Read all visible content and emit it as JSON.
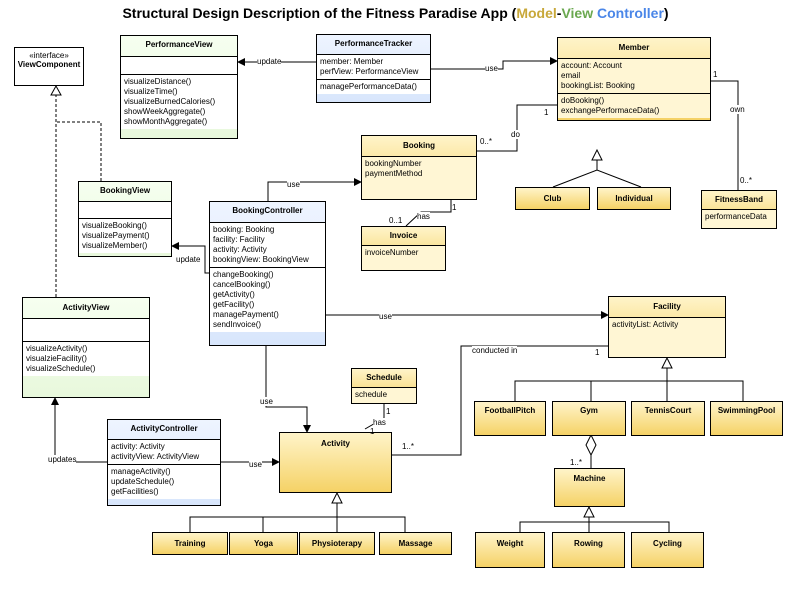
{
  "title": {
    "prefix": "Structural Design Description of the Fitness Paradise App (",
    "model": "Model",
    "dash": "-",
    "view": "View",
    "space": " ",
    "controller": "Controller",
    "suffix": ")"
  },
  "colors": {
    "model": "#c8a83a",
    "view": "#6aa84f",
    "controller": "#4a86e8"
  },
  "classes": {
    "view_component": {
      "stereotype": "«interface»",
      "name": "ViewComponent"
    },
    "performance_view": {
      "name": "PerformanceView",
      "methods": [
        "visualizeDistance()",
        "visualizeTime()",
        "visualizeBurnedCalories()",
        "showWeekAggregate()",
        "showMonthAggregate()"
      ]
    },
    "performance_tracker": {
      "name": "PerformanceTracker",
      "attributes": [
        "member: Member",
        "perfView: PerformanceView"
      ],
      "methods": [
        "managePerformanceData()"
      ]
    },
    "member": {
      "name": "Member",
      "attributes": [
        "account: Account",
        "email",
        "bookingList: Booking"
      ],
      "methods": [
        "doBooking()",
        "exchangePerformaceData()"
      ]
    },
    "booking_view": {
      "name": "BookingView",
      "methods": [
        "visualizeBooking()",
        "visualizePayment()",
        "visualizeMember()"
      ]
    },
    "booking_controller": {
      "name": "BookingController",
      "attributes": [
        "booking: Booking",
        "facility: Facility",
        "activity: Activity",
        "bookingView: BookingView"
      ],
      "methods": [
        "changeBooking()",
        "cancelBooking()",
        "getActivity()",
        "getFacility()",
        "managePayment()",
        "sendInvoice()"
      ]
    },
    "booking": {
      "name": "Booking",
      "attributes": [
        "bookingNumber",
        "paymentMethod"
      ]
    },
    "invoice": {
      "name": "Invoice",
      "attributes": [
        "invoiceNumber"
      ]
    },
    "club": {
      "name": "Club"
    },
    "individual": {
      "name": "Individual"
    },
    "fitness_band": {
      "name": "FitnessBand",
      "attributes": [
        "performanceData"
      ]
    },
    "activity_view": {
      "name": "ActivityView",
      "methods": [
        "visualizeActivity()",
        "visualzieFacility()",
        "visualizeSchedule()"
      ]
    },
    "facility": {
      "name": "Facility",
      "attributes": [
        "activityList: Activity"
      ]
    },
    "schedule": {
      "name": "Schedule",
      "attributes": [
        "schedule"
      ]
    },
    "football_pitch": {
      "name": "FootballPitch"
    },
    "gym": {
      "name": "Gym"
    },
    "tennis_court": {
      "name": "TennisCourt"
    },
    "swimming_pool": {
      "name": "SwimmingPool"
    },
    "activity_controller": {
      "name": "ActivityController",
      "attributes": [
        "activity: Activity",
        "activityView: ActivityView"
      ],
      "methods": [
        "manageActivity()",
        "updateSchedule()",
        "getFacilities()"
      ]
    },
    "activity": {
      "name": "Activity"
    },
    "machine": {
      "name": "Machine"
    },
    "training": {
      "name": "Training"
    },
    "yoga": {
      "name": "Yoga"
    },
    "physiotherapy": {
      "name": "Physioterapy"
    },
    "massage": {
      "name": "Massage"
    },
    "weight": {
      "name": "Weight"
    },
    "rowing": {
      "name": "Rowing"
    },
    "cycling": {
      "name": "Cycling"
    }
  },
  "labels": {
    "update_perf": "update",
    "use_tracker_member": "use",
    "do": "do",
    "own": "own",
    "use_bc_booking": "use",
    "has_invoice": "has",
    "update_bc_bv": "update",
    "use_bc_facility": "use",
    "conducted_in": "conducted in",
    "use_bc_activity": "use",
    "has_schedule": "has",
    "updates": "updates",
    "use_ac_activity": "use"
  },
  "multiplicities": {
    "member_fb_1": "1",
    "member_do_1": "1",
    "booking_0n": "0..*",
    "fb_0n": "0..*",
    "booking_invoice_1": "1",
    "invoice_01": "0..1",
    "facility_1": "1",
    "schedule_1": "1",
    "activity_schedule_1": "1",
    "activity_1n": "1..*",
    "machine_1n": "1..*"
  }
}
